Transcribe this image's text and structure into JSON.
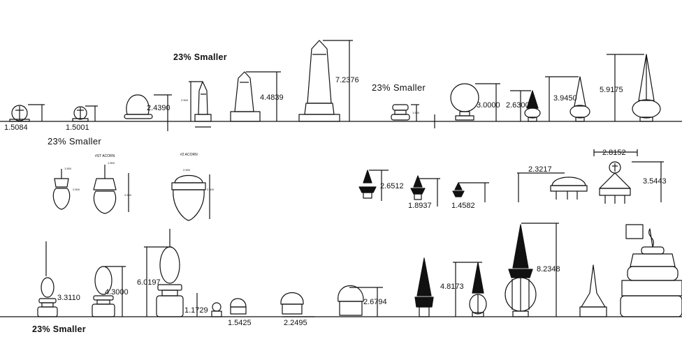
{
  "notes": {
    "top_center": "23% Smaller",
    "top_right": "23% Smaller",
    "mid_left": "23% Smaller",
    "bottom_left": "23% Smaller"
  },
  "acorns": {
    "small_tag": "1.500",
    "small_height": "2.500",
    "fst_title": "#ST ACORN",
    "fst_tag": "1.500",
    "fst_height": "2.500",
    "n2_title": "#2 ACORN",
    "n2_tag": "2.500",
    "n2_height": "2.500"
  },
  "row1": {
    "d1": "1.5084",
    "d2": "1.5001",
    "d3": "2.4390",
    "d4_small": "2.500",
    "d5": "4.4839",
    "d6": "7.2376",
    "d7_small": "1.500",
    "d8": "3.0000",
    "d9": "2.6300",
    "d10": "3.9450",
    "d11": "5.9175"
  },
  "row2": {
    "d1": "2.6512",
    "d2": "1.8937",
    "d3": "1.4582",
    "d4": "2.3217",
    "d5": "2.8152",
    "d6": "3.5443"
  },
  "row3": {
    "d1": "3.3110",
    "d2": "4.3000",
    "d3": "6.0197",
    "d4": "1.1729",
    "d5": "1.5425",
    "d6": "2.2495",
    "d7": "2.6794",
    "d8": "4.8173",
    "d9": "8.2348"
  },
  "colors": {
    "ink": "#111111",
    "paper": "#ffffff"
  }
}
